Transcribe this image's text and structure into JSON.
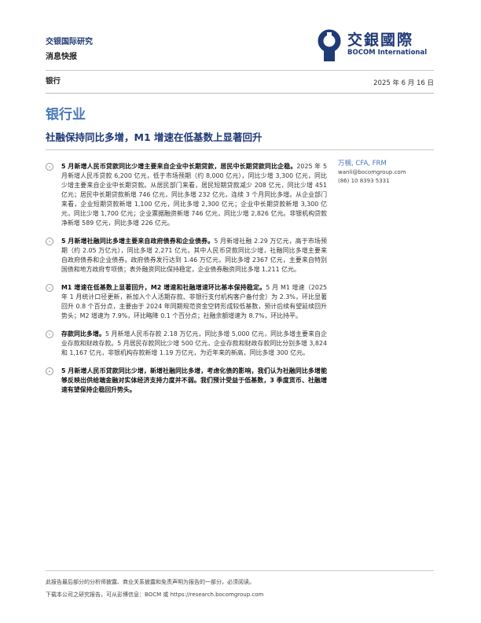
{
  "header": {
    "firm": "交银国际研究",
    "report_type": "消息快报",
    "logo_zh": "交銀國際",
    "logo_en": "BOCOM International",
    "logo_icon": "bocom-logo-icon"
  },
  "sector_small": "银行",
  "date": "2025 年 6 月 16 日",
  "sector_big": "银行业",
  "title": "社融保持同比多增，M1 增速在低基数上显著回升",
  "analyst": {
    "name": "万楠, CFA, FRM",
    "email": "wanli@bocomgroup.com",
    "phone": "(86) 10 8393 5331"
  },
  "paragraphs": [
    {
      "lead": "5 月新增人民币贷款同比少增主要来自企业中长期贷款，居民中长期贷款同比企稳。",
      "body": "2025 年 5 月新增人民币贷款 6,200 亿元，低于市场预期（约 8,000 亿元），同比少增 3,300 亿元，同比少增主要来自企业中长期贷款。从居民部门来看，居民短期贷款减少 208 亿元，同比少增 451 亿元；居民中长期贷款新增 746 亿元，同比多增 232 亿元，连续 3 个月同比多增。从企业部门来看，企业短期贷款新增 1,100 亿元，同比多增 2,300 亿元；企业中长期贷款新增 3,300 亿元，同比少增 1,700 亿元；企业票据融资新增 746 亿元，同比少增 2,826 亿元。非银机构贷款净新增 589 亿元，同比多增 226 亿元。"
    },
    {
      "lead": "5 月新增社融同比多增主要来自政府债券和企业债券。",
      "body": "5 月新增社融 2.29 万亿元，高于市场预期（约 2.05 万亿元），同比多增 2,271 亿元，其中人民币贷款同比少增，社融同比多增主要来自政府债券和企业债券。政府债券发行达到 1.46 万亿元，同比多增 2367 亿元，主要来自特别国债和地方政府专项债；表外融资同比保持稳定，企业债券融资同比多增 1,211 亿元。"
    },
    {
      "lead": "M1 增速在低基数上显著回升，M2 增速和社融增速环比基本保持稳定。",
      "body": "5 月 M1 增速（2025 年 1 月统计口径更新，新加入个人活期存款、非银行支付机构客户备付金）为 2.3%，环比显著回升 0.8 个百分点，主要由于 2024 年同期规范资金空转形成较低基数，预计后续有望延续回升势头；M2 增速为 7.9%，环比略降 0.1 个百分点；社融余额增速为 8.7%，环比持平。"
    },
    {
      "lead": "存款同比多增。",
      "body": "5 月新增人民币存款 2.18 万亿元，同比多增 5,000 亿元，同比多增主要来自企业存款和财政存款。5 月居民存款同比少增 500 亿元，企业存款和财政存款同比分别多增 3,824 和 1,167 亿元，非银机构存款新增 1.19 万亿元，为近年来的新高，同比多增 300 亿元。"
    },
    {
      "lead": "5 月新增人民币贷款同比少增，新增社融同比多增，考虑化债的影响，我们认为社融同比多增能够反映出供给端金融对实体经济支持力度并不弱。我们预计受益于低基数，3 季度货币、社融增速有望保持企稳回升势头。",
      "body": ""
    }
  ],
  "footer": {
    "line1": "此报告最后部分的分析师披露、商业关系披露和免责声明为报告的一部分，必须阅读。",
    "line2": "下载本公司之研究报告，可从彭博信息：BOCM 或 https://research.bocomgroup.com"
  },
  "colors": {
    "brand_navy": "#1f3a75",
    "accent_blue": "#4a79b9"
  }
}
